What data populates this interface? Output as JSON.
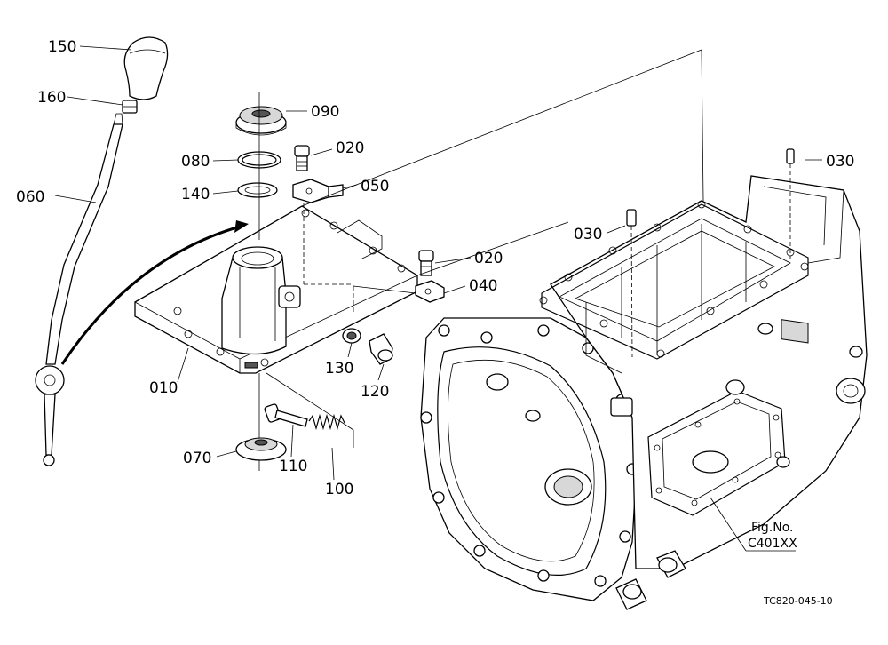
{
  "parts": [
    {
      "id": "p150",
      "label": "150"
    },
    {
      "id": "p160",
      "label": "160"
    },
    {
      "id": "p060",
      "label": "060"
    },
    {
      "id": "p090",
      "label": "090"
    },
    {
      "id": "p020a",
      "label": "020"
    },
    {
      "id": "p080",
      "label": "080"
    },
    {
      "id": "p050",
      "label": "050"
    },
    {
      "id": "p140",
      "label": "140"
    },
    {
      "id": "p030a",
      "label": "030"
    },
    {
      "id": "p030b",
      "label": "030"
    },
    {
      "id": "p020b",
      "label": "020"
    },
    {
      "id": "p040",
      "label": "040"
    },
    {
      "id": "p130",
      "label": "130"
    },
    {
      "id": "p120",
      "label": "120"
    },
    {
      "id": "p010",
      "label": "010"
    },
    {
      "id": "p070",
      "label": "070"
    },
    {
      "id": "p110",
      "label": "110"
    },
    {
      "id": "p100",
      "label": "100"
    }
  ],
  "figure": {
    "line1": "Fig.No.",
    "line2": "C401XX"
  },
  "doc_code": "TC820-045-10"
}
